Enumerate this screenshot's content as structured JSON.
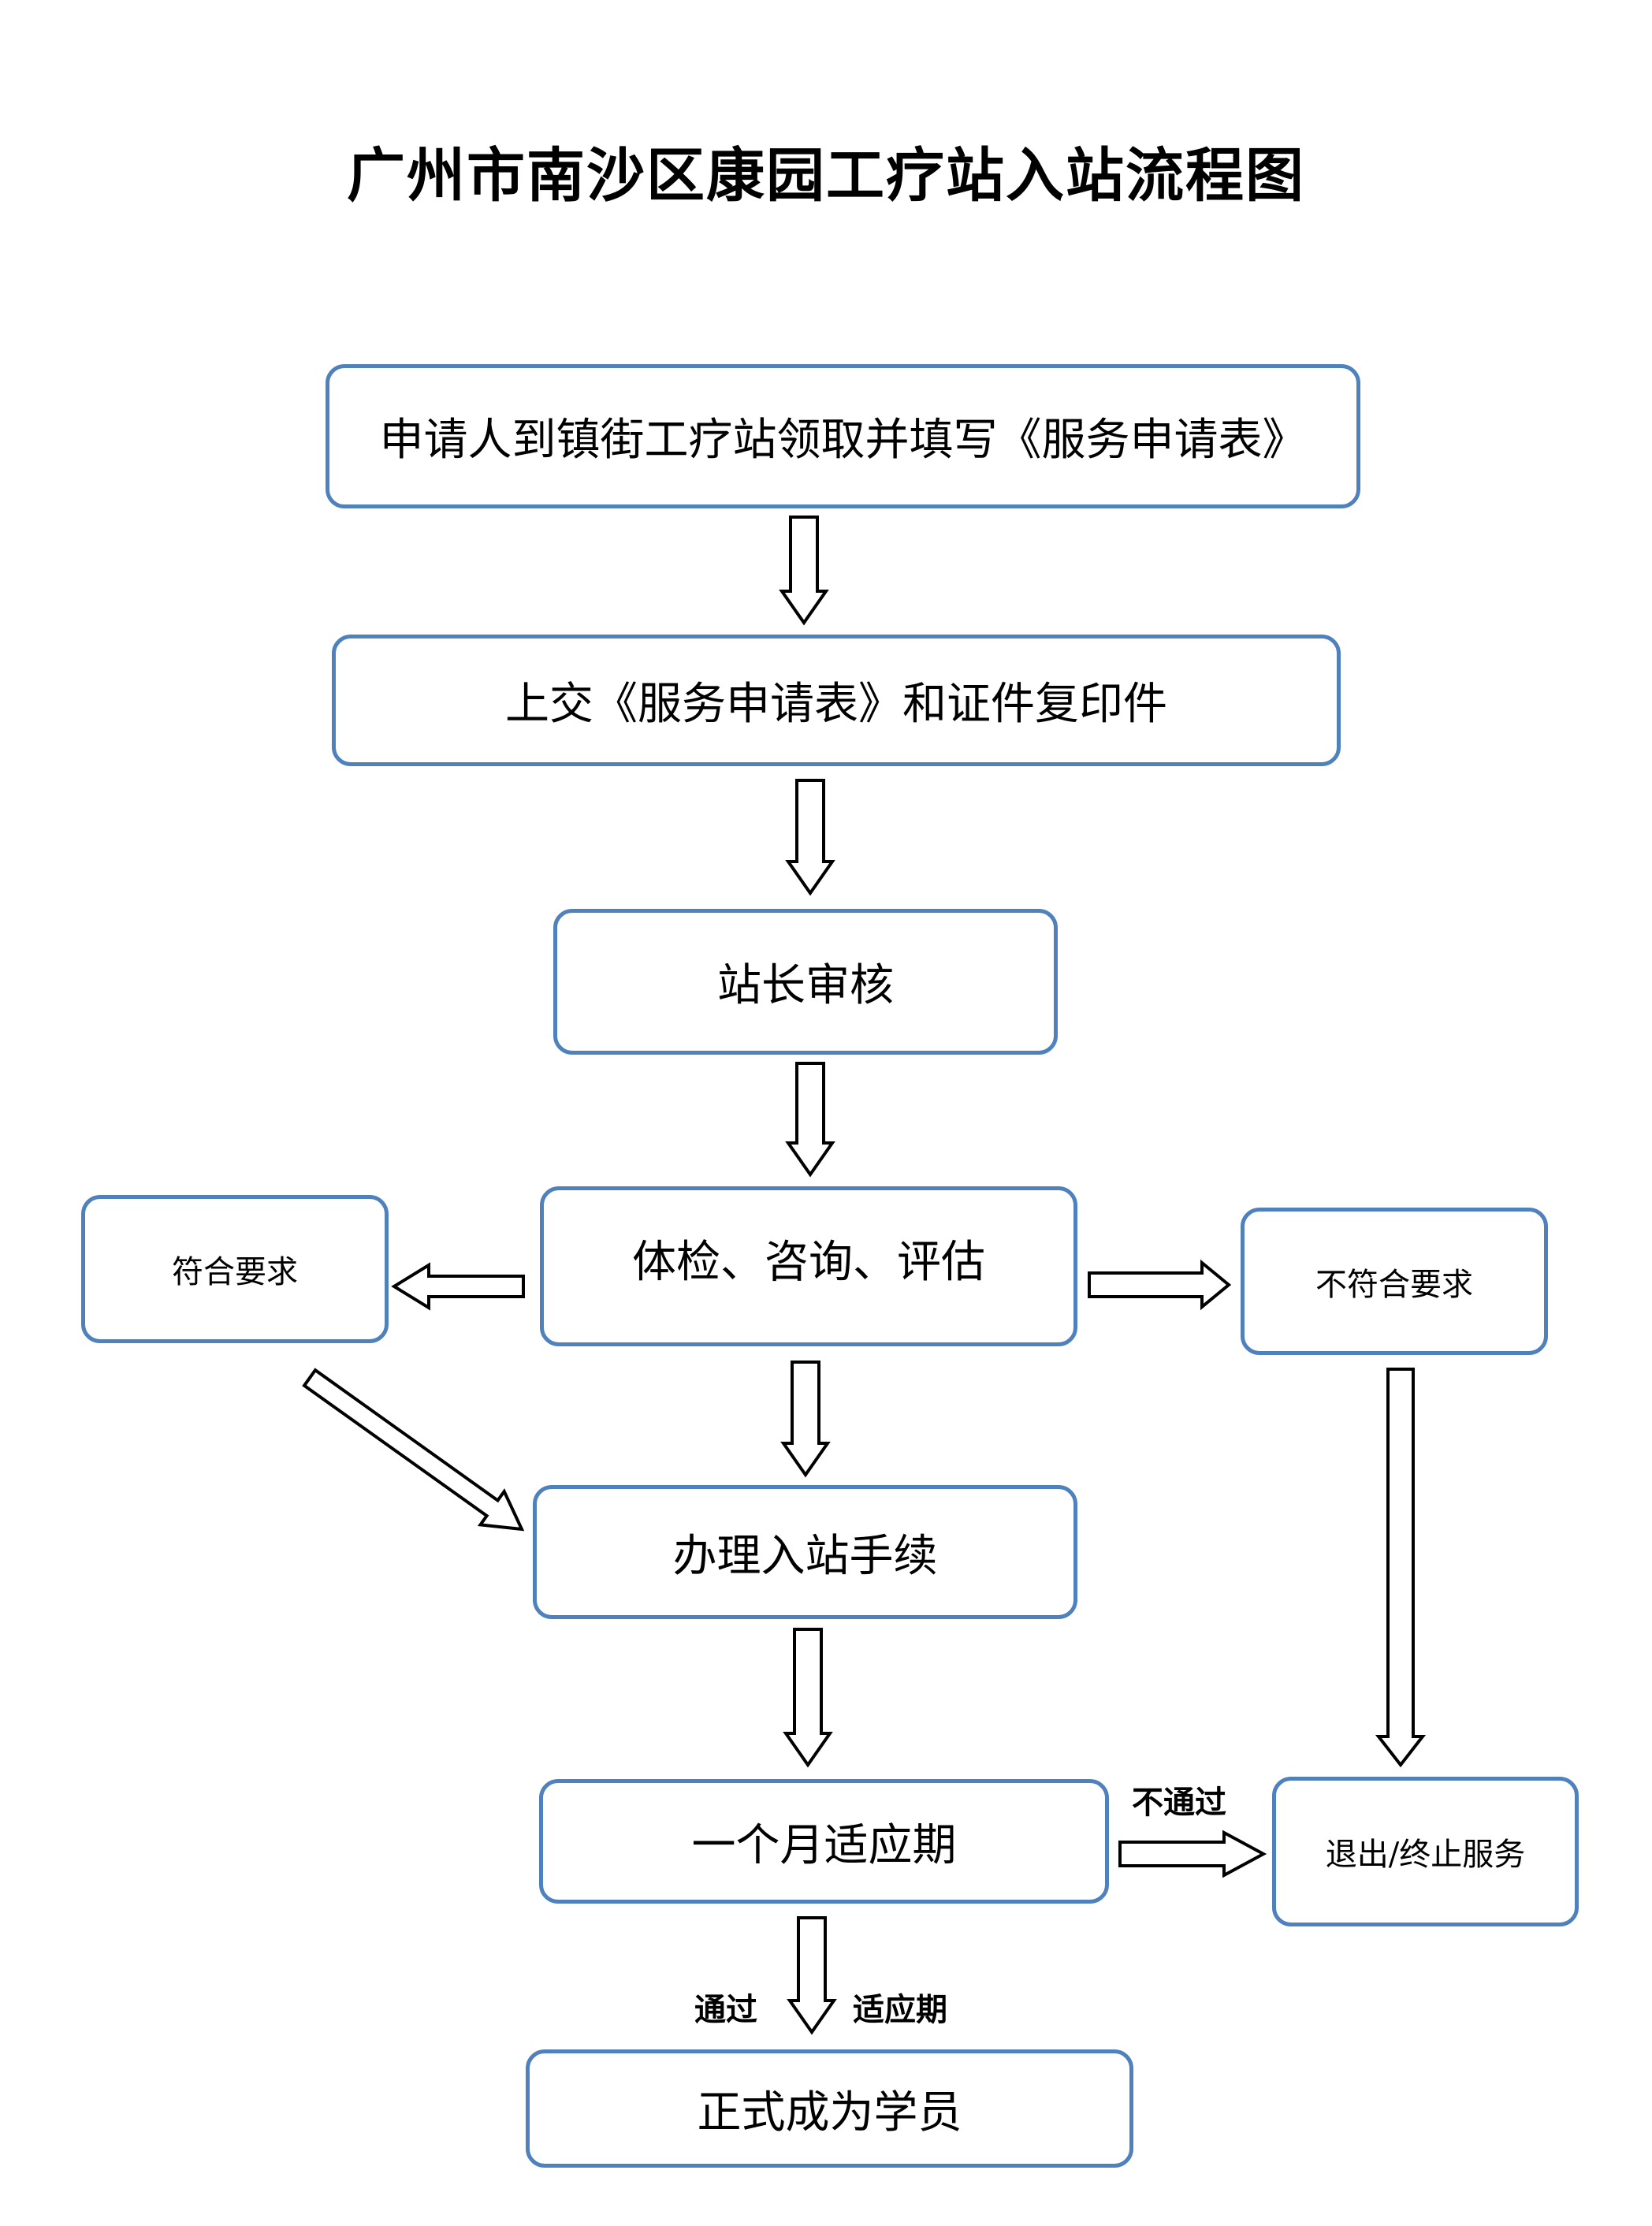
{
  "title": "广州市南沙区康园工疗站入站流程图",
  "steps": {
    "apply": "申请人到镇街工疗站领取并填写《服务申请表》",
    "submit": "上交《服务申请表》和证件复印件",
    "review": "站长审核",
    "assess": "体检、咨询、评估",
    "qualified": "符合要求",
    "unqualified": "不符合要求",
    "admission": "办理入站手续",
    "trial": "一个月适应期",
    "exit": "退出/终止服务",
    "member": "正式成为学员"
  },
  "edge_labels": {
    "fail": "不通过",
    "pass": "通过",
    "pass_suffix": "适应期"
  },
  "colors": {
    "box_border": "#4f81bd",
    "arrow_outline": "#000000",
    "arrow_fill": "#ffffff"
  }
}
